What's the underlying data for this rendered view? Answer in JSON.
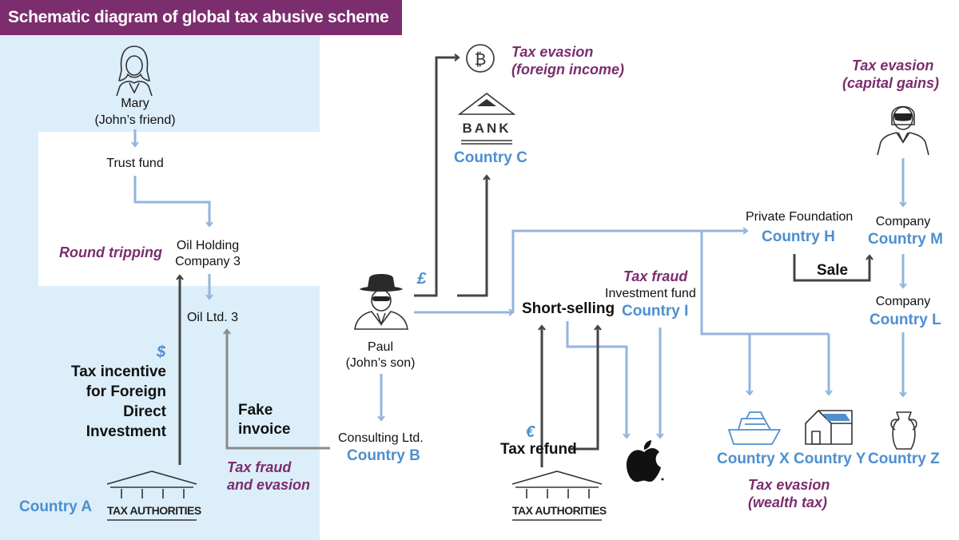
{
  "title": "Schematic diagram of global tax abusive scheme",
  "nodes": {
    "mary": {
      "name": "Mary",
      "desc": "(John’s friend)"
    },
    "trust_fund": "Trust fund",
    "oil_holding": {
      "line1": "Oil Holding",
      "line2": "Company 3"
    },
    "oil_ltd": "Oil Ltd. 3",
    "paul": {
      "name": "Paul",
      "desc": "(John’s son)"
    },
    "consulting": "Consulting Ltd.",
    "bank_label": "BANK",
    "investment_fund": "Investment fund",
    "private_foundation": "Private Foundation",
    "company_m": "Company",
    "company_l": "Company",
    "short_selling": "Short-selling",
    "tax_refund": "Tax refund",
    "sale": "Sale",
    "fake_invoice": {
      "line1": "Fake",
      "line2": "invoice"
    },
    "tax_incentive": {
      "line1": "Tax incentive",
      "line2": "for Foreign",
      "line3": "Direct",
      "line4": "Investment"
    },
    "tax_authorities_a": "TAX AUTHORITIES",
    "tax_authorities_b": "TAX AUTHORITIES"
  },
  "countries": {
    "a": "Country A",
    "b": "Country B",
    "c": "Country C",
    "h": "Country H",
    "i": "Country I",
    "l": "Country L",
    "m": "Country M",
    "x": "Country X",
    "y": "Country Y",
    "z": "Country Z"
  },
  "annotations": {
    "round_tripping": "Round tripping",
    "tax_fraud_evasion": {
      "line1": "Tax fraud",
      "line2": "and evasion"
    },
    "tax_evasion_foreign": {
      "line1": "Tax evasion",
      "line2": "(foreign income)"
    },
    "tax_fraud": "Tax fraud",
    "tax_evasion_capital": {
      "line1": "Tax evasion",
      "line2": "(capital gains)"
    },
    "tax_evasion_wealth": {
      "line1": "Tax evasion",
      "line2": "(wealth tax)"
    }
  },
  "currency": {
    "dollar": "$",
    "pound": "£",
    "euro": "€",
    "bitcoin": "₿"
  },
  "colors": {
    "purple": "#7b2d6e",
    "blue": "#4e8fcf",
    "light_blue_arrow": "#93b4de",
    "dark_arrow": "#444444",
    "gray_arrow": "#8a8a8a",
    "panel": "#dceef9"
  },
  "icons": [
    "woman-icon",
    "spy-icon",
    "masked-person-icon",
    "bank-icon",
    "bitcoin-icon",
    "tax-authorities-building-icon",
    "apple-icon",
    "yacht-icon",
    "solar-house-icon",
    "vase-icon"
  ]
}
